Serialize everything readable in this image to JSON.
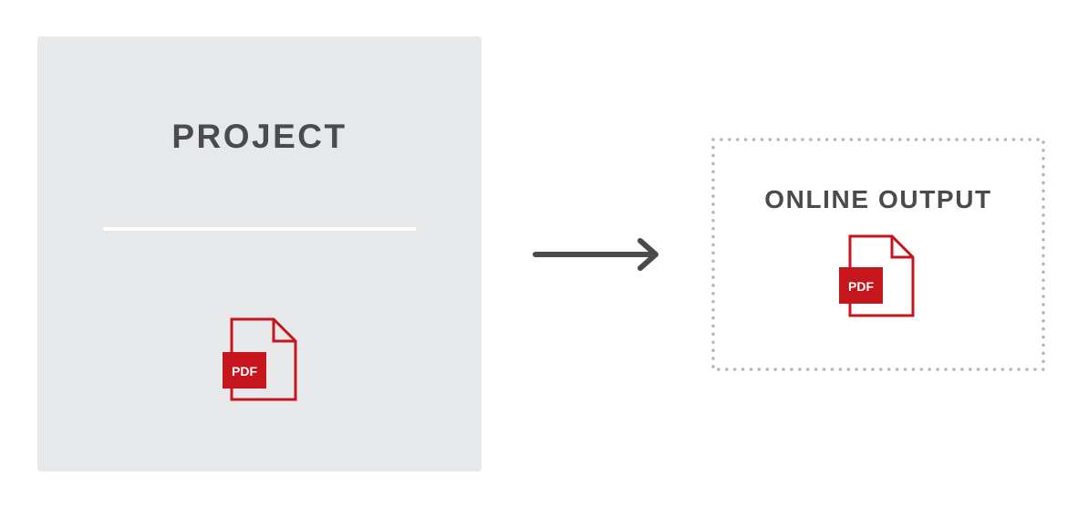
{
  "project": {
    "title": "PROJECT",
    "file_badge": "PDF"
  },
  "output": {
    "title": "ONLINE OUTPUT",
    "file_badge": "PDF"
  },
  "icons": {
    "project_file": "pdf-file-icon",
    "output_file": "pdf-file-icon",
    "connector": "right-arrow-icon"
  },
  "colors": {
    "panel_background": "#e7e8ea",
    "text": "#4a4b4d",
    "pdf_red": "#c4161c",
    "dotted_border": "#b5b6b8",
    "arrow": "#4a4b4d"
  }
}
